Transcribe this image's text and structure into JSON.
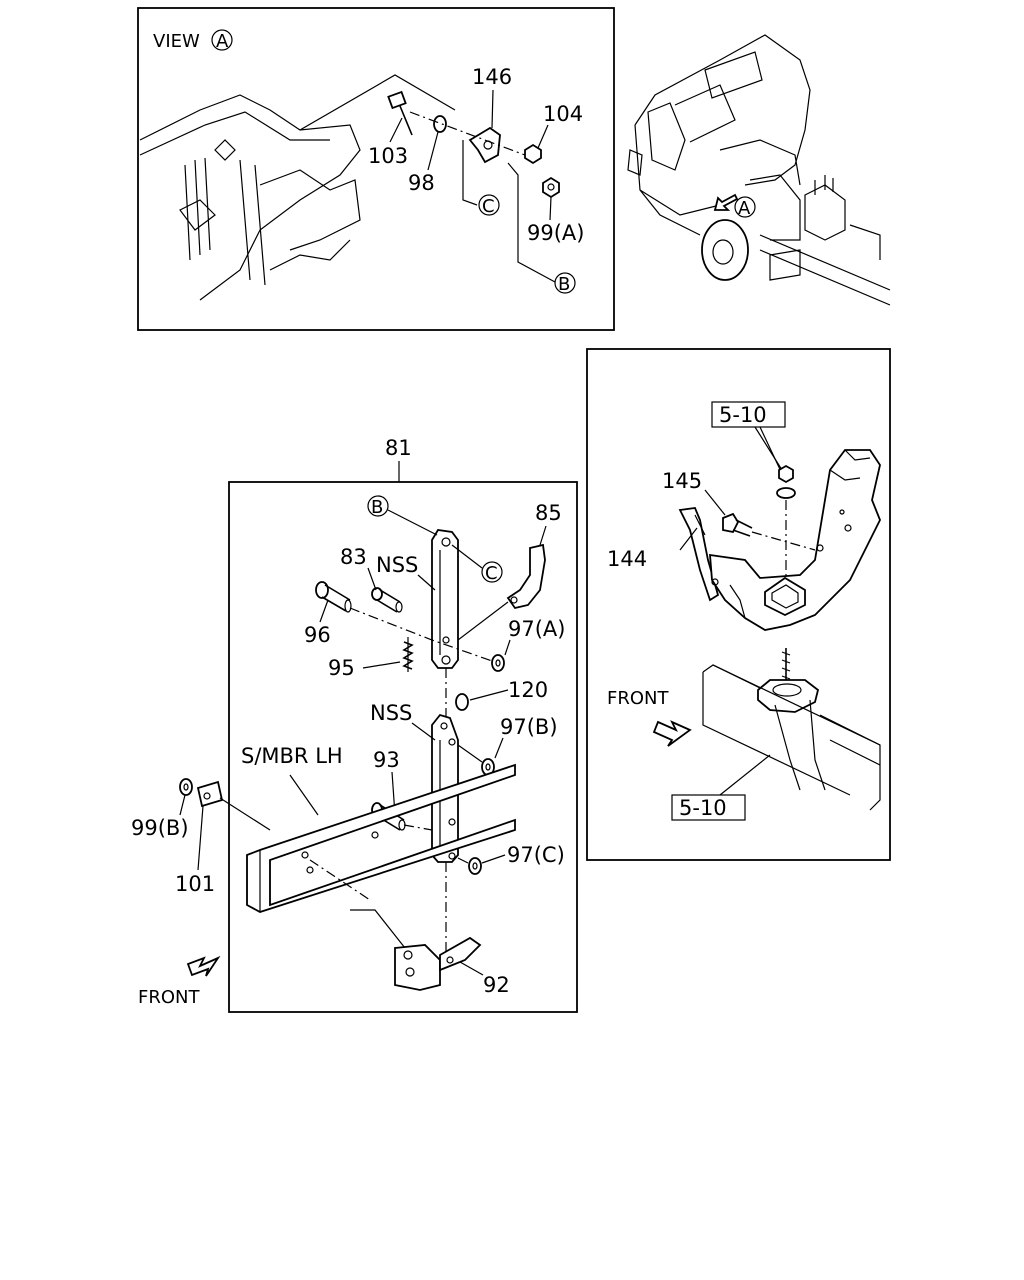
{
  "view_a": {
    "title": "VIEW",
    "circle_mark": "A",
    "labels": {
      "p146": "146",
      "p104": "104",
      "p103": "103",
      "p98": "98",
      "circle_c": "C",
      "p99a": "99(A)",
      "circle_b": "B"
    }
  },
  "truck": {
    "arrow_mark": "A"
  },
  "main_assembly": {
    "labels": {
      "p81": "81",
      "circle_b": "B",
      "p85": "85",
      "p83": "83",
      "nss_top": "NSS",
      "circle_c": "C",
      "p96": "96",
      "p97a": "97(A)",
      "p95": "95",
      "p120": "120",
      "nss_bottom": "NSS",
      "p97b": "97(B)",
      "smbr": "S/MBR LH",
      "p93": "93",
      "p99b": "99(B)",
      "p97c": "97(C)",
      "p101": "101",
      "p92": "92",
      "front": "FRONT"
    }
  },
  "mount_detail": {
    "labels": {
      "ref_top": "5-10",
      "p145": "145",
      "p144": "144",
      "front": "FRONT",
      "ref_bottom": "5-10"
    }
  }
}
